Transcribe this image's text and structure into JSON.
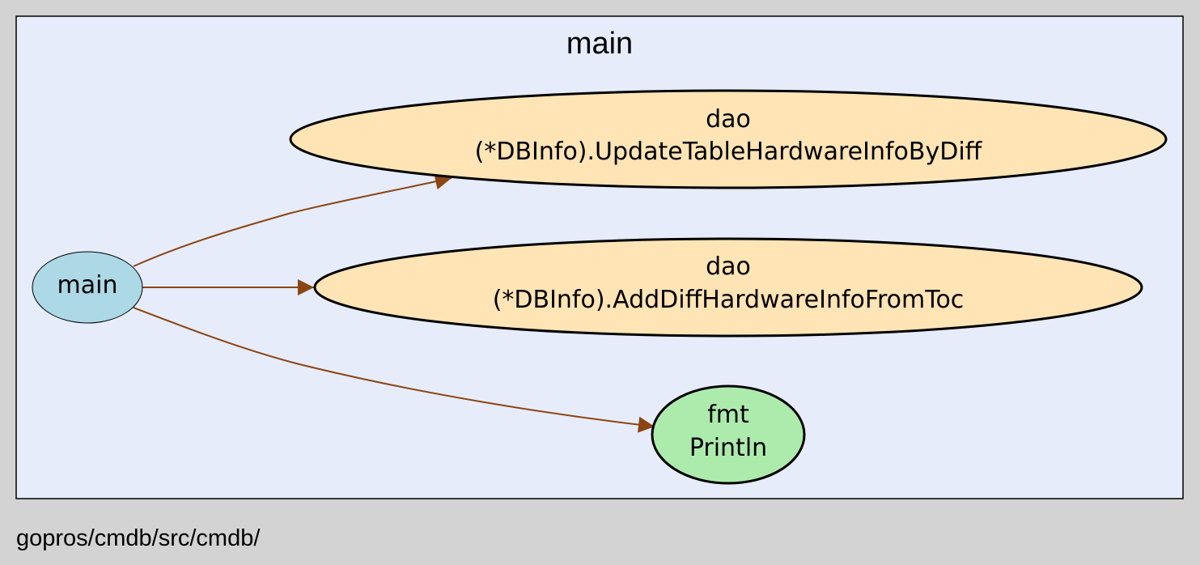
{
  "graph": {
    "package_path": "gopros/cmdb/src/cmdb/",
    "cluster_label": "main",
    "colors": {
      "background": "#d3d3d3",
      "cluster_fill": "#e6ecfa",
      "cluster_stroke": "#000000",
      "edge": "#8b4513",
      "main_node_fill": "#add8e6",
      "method_node_fill": "#ffe4b5",
      "func_node_fill": "#adebad"
    },
    "nodes": {
      "main": {
        "label": "main"
      },
      "update": {
        "pkg": "dao",
        "name": "(*DBInfo).UpdateTableHardwareInfoByDiff"
      },
      "add": {
        "pkg": "dao",
        "name": "(*DBInfo).AddDiffHardwareInfoFromToc"
      },
      "println": {
        "pkg": "fmt",
        "name": "Println"
      }
    },
    "edges": [
      {
        "from": "main",
        "to": "dao (*DBInfo).UpdateTableHardwareInfoByDiff"
      },
      {
        "from": "main",
        "to": "dao (*DBInfo).AddDiffHardwareInfoFromToc"
      },
      {
        "from": "main",
        "to": "fmt Println"
      }
    ]
  }
}
